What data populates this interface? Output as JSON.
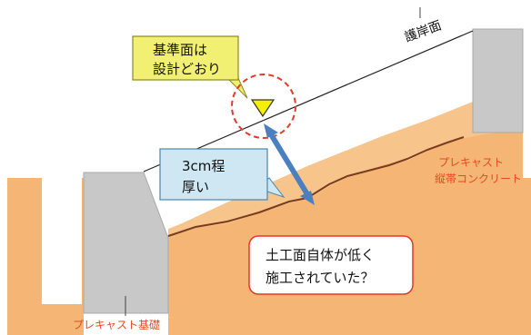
{
  "labels": {
    "revetment_face": "護岸面",
    "precast_foundation": "プレキャスト基礎",
    "precast_band_concrete_line1": "プレキャスト",
    "precast_band_concrete_line2": "縦帯コンクリート"
  },
  "callouts": {
    "reference_line1": "基準面は",
    "reference_line2": "設計どおり",
    "thickness_line1": "3cm程",
    "thickness_line2": "厚い"
  },
  "note": {
    "line1": "土工面自体が低く",
    "line2": "施工されていた？"
  },
  "colors": {
    "soil": "#f5b675",
    "concrete": "#c8c8c8",
    "concrete_edge": "#a9a9a9",
    "yellow_box": "#f2f072",
    "yellow_border": "#8a8a20",
    "blue_box": "#cfe6f3",
    "blue_border": "#4a86b0",
    "arrow": "#4a7fc0",
    "orange_text": "#e8481e",
    "dashed_circle": "#e33a2a",
    "triangle": "#f5f000",
    "earth_line": "#7a3c1e",
    "note_border": "#e33a2a"
  },
  "icons": {
    "reference_marker": "triangle-down-icon",
    "thickness_arrow": "double-arrow-icon"
  }
}
